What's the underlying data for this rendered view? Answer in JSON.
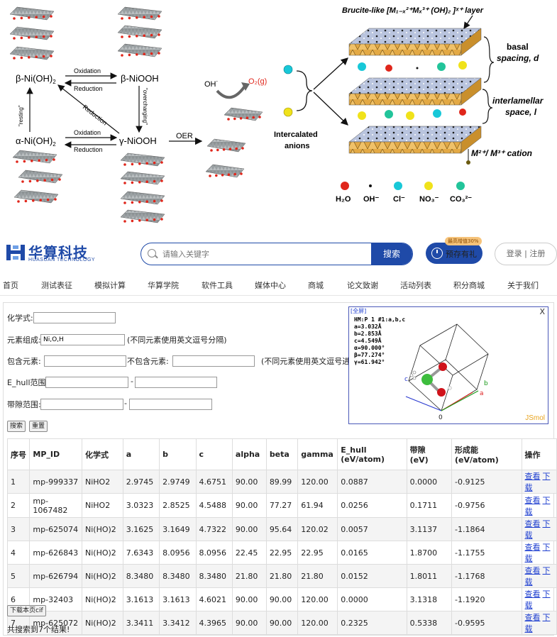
{
  "figure": {
    "beta_ni_oh2": "β-Ni(OH)",
    "beta_niooh": "β-NiOOH",
    "alpha_ni_oh2": "α-Ni(OH)",
    "gamma_niooh": "γ-NiOOH",
    "oxidation_top": "Oxidation",
    "reduction_top": "Reduction",
    "oxidation_bottom": "Oxidation",
    "reduction_bottom": "Reduction",
    "reduction_diag": "Reduction",
    "resting": "\"resting\"",
    "overcharging": "\"overcharging\"",
    "oer": "OER",
    "oh_minus": "OH",
    "o2_label": "O₂(g)",
    "intercalated_1": "Intercalated",
    "intercalated_2": "anions",
    "brucite_title": "Brucite-like [M₁₋ₓ²⁺Mₓ³⁺ (OH)₂ ]ˣ⁺ layer",
    "basal_1": "basal",
    "basal_2": "spacing, d",
    "interlamellar_1": "interlamellar",
    "interlamellar_2": "space, l",
    "cation": "M²⁺/ M³⁺ cation",
    "legend": [
      "H₂O",
      "OH⁻",
      "Cl⁻",
      "NO₃⁻",
      "CO₃²⁻"
    ],
    "colors": {
      "red": "#e0261b",
      "cyan": "#18c8d8",
      "yellow": "#f0e21a",
      "teal": "#22c49a",
      "slab": "#e3a944",
      "blue_top": "#a7b6d8"
    }
  },
  "header": {
    "logo_cn": "华算科技",
    "logo_en": "HUASUAN TECHNOLOGY",
    "search_placeholder": "请输入关键字",
    "search_button": "搜索",
    "reserve_button": "预存有礼",
    "reserve_badge": "最高增值30%",
    "login": "登录 | 注册"
  },
  "nav": [
    "首页",
    "测试表征",
    "模拟计算",
    "华算学院",
    "软件工具",
    "媒体中心",
    "商城",
    "论文致谢",
    "活动列表",
    "积分商城",
    "关于我们"
  ],
  "form": {
    "formula_label": "化学式:",
    "formula_value": "",
    "elements_label": "元素组成:",
    "elements_value": "Ni,O,H",
    "elements_hint": "(不同元素使用英文逗号分隔)",
    "include_label": "包含元素:",
    "exclude_label": "不包含元素:",
    "exclude_hint": "(不同元素使用英文逗号进行",
    "ehull_label": "E_hull范围:",
    "gap_label": "带隙范围:",
    "dash": "-",
    "search_button": "搜索",
    "reset_button": "重置"
  },
  "jsmol": {
    "fullscreen": "[全屏]",
    "close": "X",
    "info": [
      "HM:P 1 #1:a,b,c",
      "a=3.032Å",
      "b=2.853Å",
      "c=4.549Å",
      "α=90.000°",
      "β=77.274°",
      "γ=61.942°"
    ],
    "axis_a": "a",
    "axis_b": "b",
    "axis_c": "c",
    "origin": "0",
    "brand": "JSmol"
  },
  "table": {
    "headers": [
      "序号",
      "MP_ID",
      "化学式",
      "a",
      "b",
      "c",
      "alpha",
      "beta",
      "gamma",
      "E_hull\n(eV/atom)",
      "带隙\n(eV)",
      "形成能\n(eV/atom)",
      "操作"
    ],
    "rows": [
      [
        "1",
        "mp-999337",
        "NiHO2",
        "2.9745",
        "2.9749",
        "4.6751",
        "90.00",
        "89.99",
        "120.00",
        "0.0887",
        "0.0000",
        "-0.9125"
      ],
      [
        "2",
        "mp-1067482",
        "NiHO2",
        "3.0323",
        "2.8525",
        "4.5488",
        "90.00",
        "77.27",
        "61.94",
        "0.0256",
        "0.1711",
        "-0.9756"
      ],
      [
        "3",
        "mp-625074",
        "Ni(HO)2",
        "3.1625",
        "3.1649",
        "4.7322",
        "90.00",
        "95.64",
        "120.02",
        "0.0057",
        "3.1137",
        "-1.1864"
      ],
      [
        "4",
        "mp-626843",
        "Ni(HO)2",
        "7.6343",
        "8.0956",
        "8.0956",
        "22.45",
        "22.95",
        "22.95",
        "0.0165",
        "1.8700",
        "-1.1755"
      ],
      [
        "5",
        "mp-626794",
        "Ni(HO)2",
        "8.3480",
        "8.3480",
        "8.3480",
        "21.80",
        "21.80",
        "21.80",
        "0.0152",
        "1.8011",
        "-1.1768"
      ],
      [
        "6",
        "mp-32403",
        "Ni(HO)2",
        "3.1613",
        "3.1613",
        "4.6021",
        "90.00",
        "90.00",
        "120.00",
        "0.0000",
        "3.1318",
        "-1.1920"
      ],
      [
        "7",
        "mp-625072",
        "Ni(HO)2",
        "3.3411",
        "3.3412",
        "4.3965",
        "90.00",
        "90.00",
        "120.00",
        "0.2325",
        "0.5338",
        "-0.9595"
      ]
    ],
    "action_view": "查看",
    "action_download": "下载"
  },
  "download_page_cif": "下载本页cif",
  "result_summary": "共搜索到7个结果!"
}
